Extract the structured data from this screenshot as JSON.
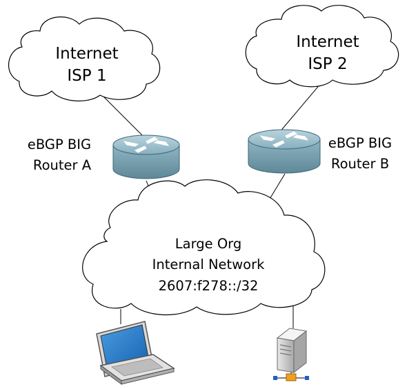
{
  "clouds": {
    "isp1": {
      "line1": "Internet",
      "line2": "ISP 1"
    },
    "isp2": {
      "line1": "Internet",
      "line2": "ISP 2"
    },
    "internal": {
      "line1": "Large Org",
      "line2": "Internal Network",
      "line3": "2607:f278::/32"
    }
  },
  "routers": {
    "a": {
      "line1": "eBGP BIG",
      "line2": "Router A"
    },
    "b": {
      "line1": "eBGP BIG",
      "line2": "Router B"
    }
  },
  "devices": {
    "laptop": "laptop-icon",
    "server": "server-icon"
  },
  "colors": {
    "router_body": "#7fa7b6",
    "router_top": "#a9c8d3",
    "cloud_fill": "#ffffff",
    "line": "#000000"
  }
}
